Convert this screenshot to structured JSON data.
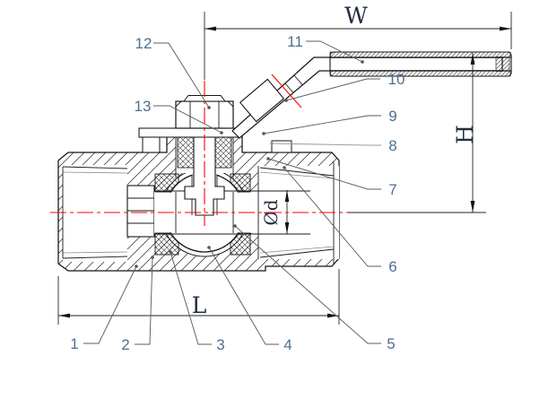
{
  "drawing": {
    "part_labels": [
      {
        "text": "1"
      },
      {
        "text": "2"
      },
      {
        "text": "3"
      },
      {
        "text": "4"
      },
      {
        "text": "5"
      },
      {
        "text": "6"
      },
      {
        "text": "7"
      },
      {
        "text": "8"
      },
      {
        "text": "9"
      },
      {
        "text": "10"
      },
      {
        "text": "11"
      },
      {
        "text": "12"
      },
      {
        "text": "13"
      }
    ],
    "dimensions": {
      "width_label": "W",
      "height_label": "H",
      "length_label": "L",
      "bore_label": "Ød"
    },
    "colors": {
      "centerline": "#ff0000",
      "outline": "#151515",
      "leader": "#5e5e5e",
      "part_label": "#4e6f92",
      "dimension_text": "#232c42"
    }
  }
}
